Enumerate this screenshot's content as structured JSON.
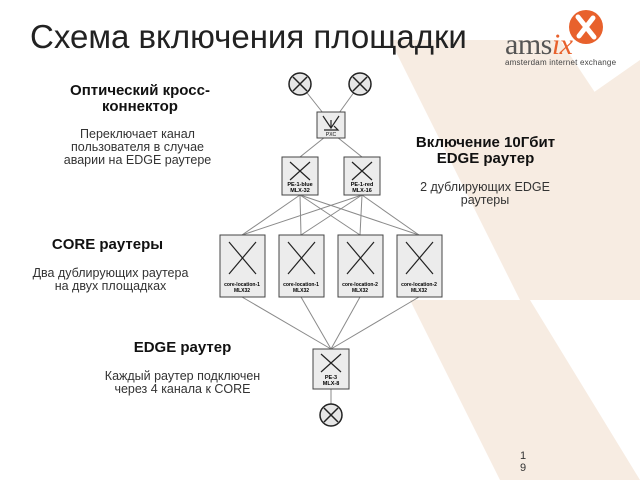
{
  "slide": {
    "title": "Схема включения площадки",
    "page_number": [
      "1",
      "9"
    ]
  },
  "logo": {
    "word_plain": "ams",
    "word_accent": "ix",
    "subtitle": "amsterdam internet exchange",
    "accent_color": "#e8612c"
  },
  "annotations": {
    "optical_heading": "Оптический кросс-\nконнектор",
    "optical_text": "Переключает канал\nпользователя в случае\nаварии на EDGE раутере",
    "core_heading": "CORE раутеры",
    "core_text": "Два дублирующих раутера\nна двух площадках",
    "edge_heading": "EDGE раутер",
    "edge_text": "Каждый раутер подключен\nчерез 4 канала к CORE",
    "tengig_heading": "Включение 10Гбит\nEDGE раутер",
    "tengig_text": "2 дублирующих EDGE\nраутеры"
  },
  "diagram": {
    "pxc_label": "PXC",
    "pe_top": [
      {
        "line1": "PE-1-blue",
        "line2": "MLX-32"
      },
      {
        "line1": "PE-1-red",
        "line2": "MLX-16"
      }
    ],
    "core": [
      {
        "line1": "core-location-1",
        "line2": "MLX32"
      },
      {
        "line1": "core-location-1",
        "line2": "MLX32"
      },
      {
        "line1": "core-location-2",
        "line2": "MLX32"
      },
      {
        "line1": "core-location-2",
        "line2": "MLX32"
      }
    ],
    "pe_bottom": {
      "line1": "PE-3",
      "line2": "MLX-8"
    }
  }
}
